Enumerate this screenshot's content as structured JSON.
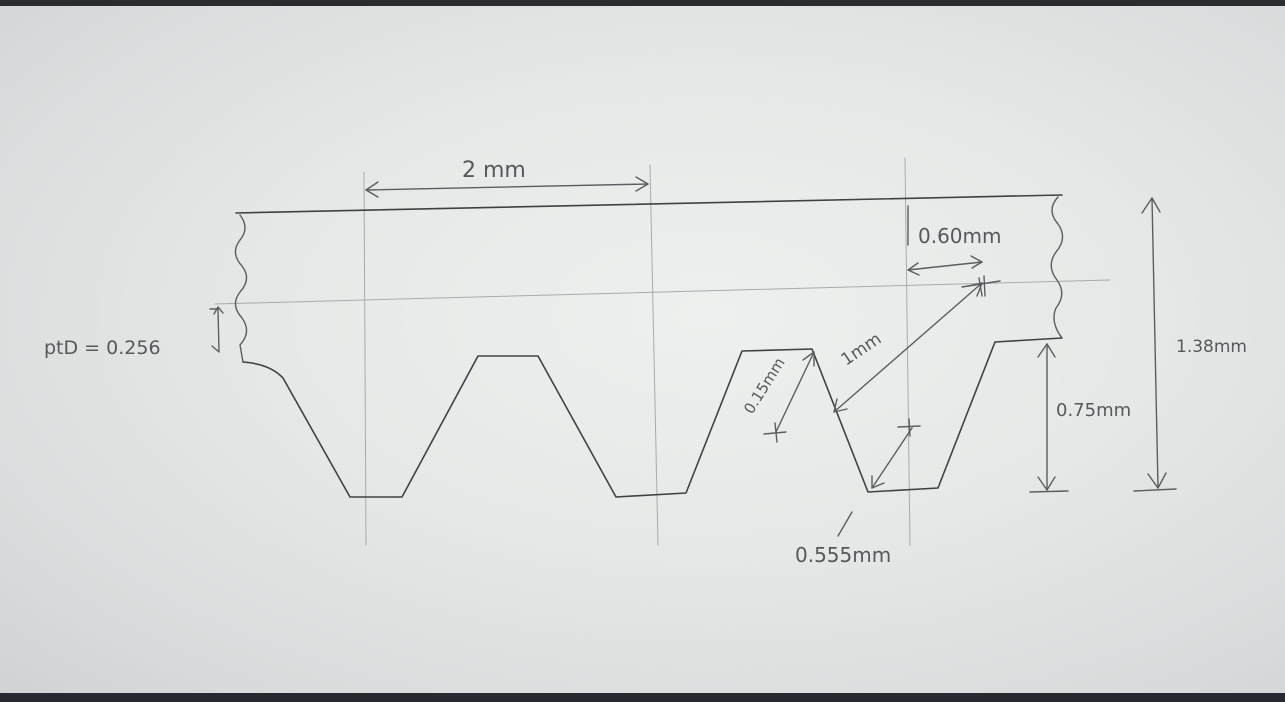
{
  "drawing": {
    "pitch_label": "2 mm",
    "tooth_width_label": "0.60mm",
    "pitch_line_offset_label": "ptD = 0.256",
    "tip_radius_label": "0.15mm",
    "tooth_length_label": "1mm",
    "tooth_height_label": "0.75mm",
    "total_height_label": "1.38mm",
    "root_width_label": "0.555mm"
  }
}
